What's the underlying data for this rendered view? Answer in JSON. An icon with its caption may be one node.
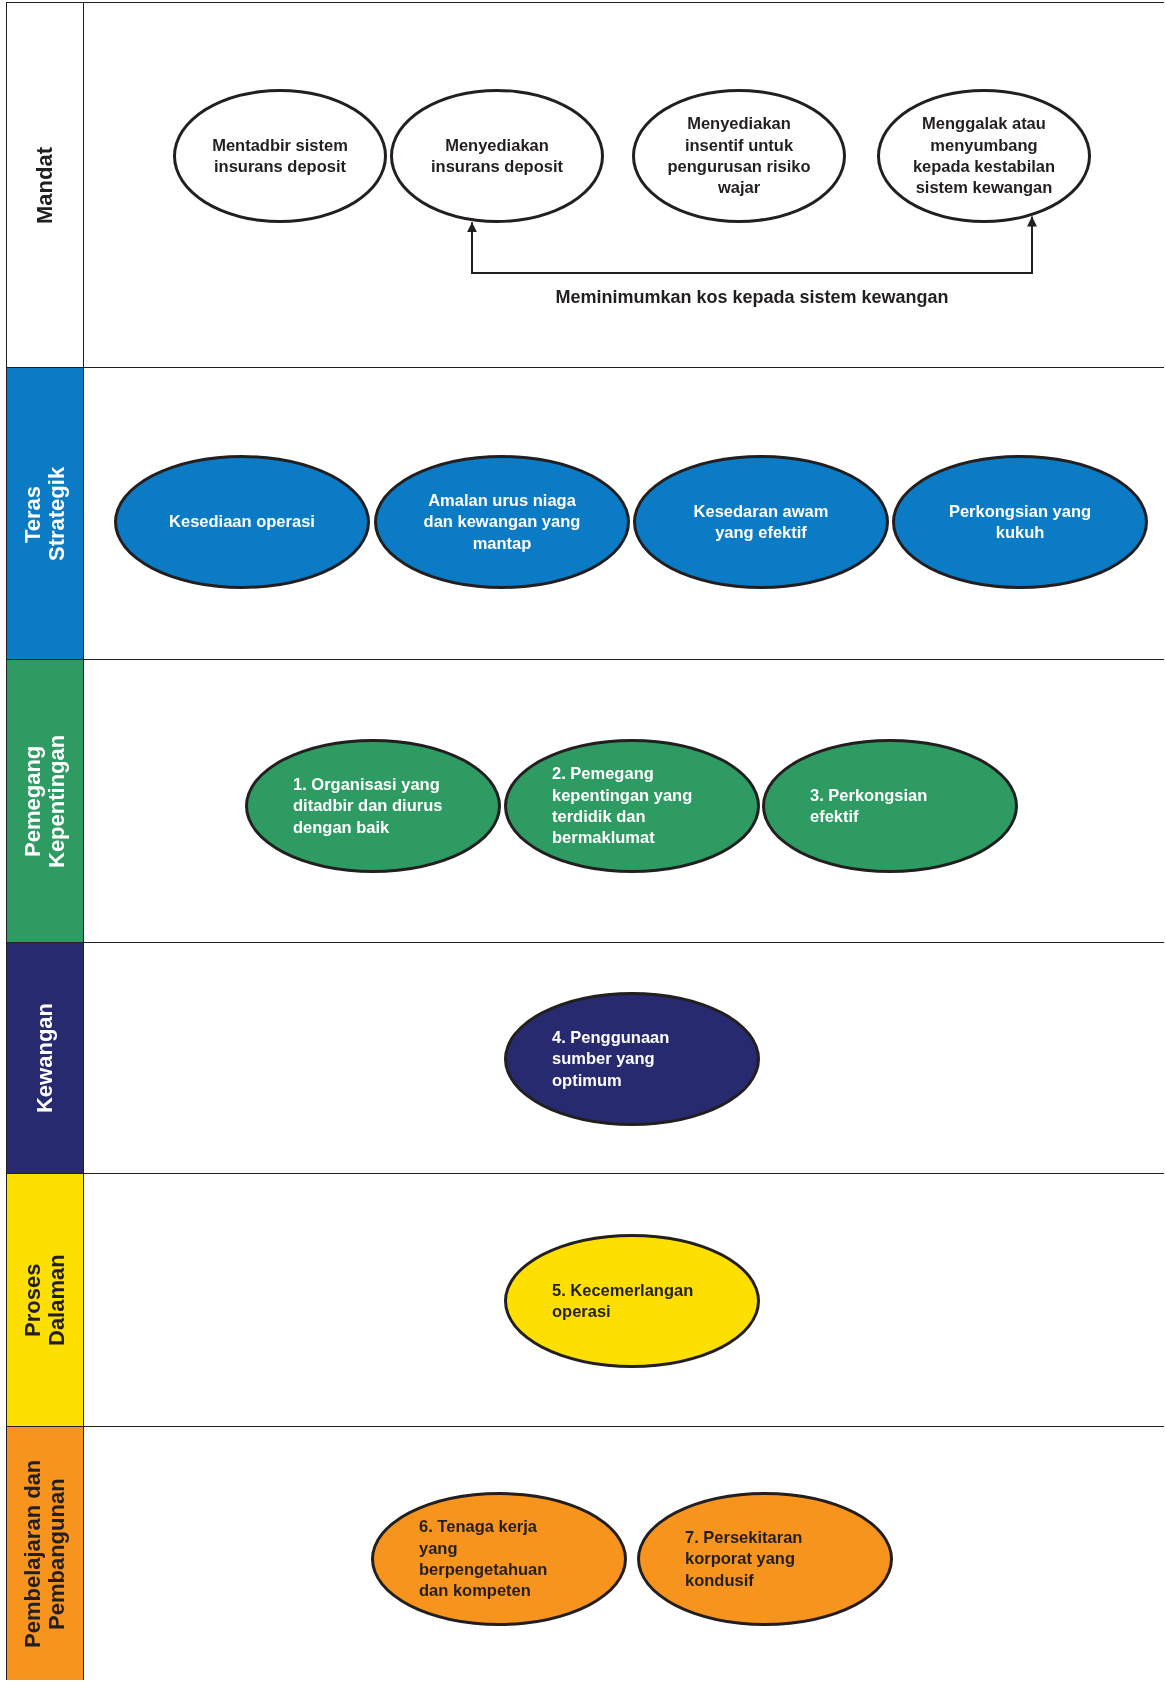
{
  "diagram": {
    "nodes": [
      {
        "text": [
          "Mandat"
        ]
      },
      {
        "text": [
          "Mentadbir sistem insurans deposit"
        ],
        "in": 0
      },
      {
        "text": [
          "Menyediakan insurans deposit"
        ],
        "in": 0
      },
      {
        "text": [
          "Menyediakan insentif untuk pengurusan risiko wajar"
        ],
        "in": 0
      },
      {
        "text": [
          "Menggalak atau menyumbang kepada kestabilan sistem kewangan"
        ],
        "in": 0
      },
      {
        "text": [
          "Teras Strategik"
        ]
      },
      {
        "text": [
          "Kesediaan operasi"
        ],
        "in": 5
      },
      {
        "text": [
          "Amalan urus niaga dan kewangan yang mantap"
        ],
        "in": 5
      },
      {
        "text": [
          "Kesedaran awam yang efektif"
        ],
        "in": 5
      },
      {
        "text": [
          "Perkongsian yang kukuh"
        ],
        "in": 5
      },
      {
        "text": [
          "Pemegang Kepentingan"
        ]
      },
      {
        "text": [
          "1. Organisasi yang ditadbir dan diurus dengan baik"
        ],
        "in": 10
      },
      {
        "text": [
          "2. Pemegang kepentingan yang terdidik dan bermaklumat"
        ],
        "in": 10
      },
      {
        "text": [
          "3. Perkongsian efektif"
        ],
        "in": 10
      },
      {
        "text": [
          "Kewangan"
        ]
      },
      {
        "text": [
          "4. Penggunaan sumber yang optimum"
        ],
        "in": 14
      },
      {
        "text": [
          "Proses Dalaman"
        ]
      },
      {
        "text": [
          "5. Kecemerlangan operasi"
        ],
        "in": 16
      },
      {
        "text": [
          "Pembelajaran dan Pembangunan"
        ]
      },
      {
        "text": [
          "6. Tenaga kerja yang berpengetahuan dan kompeten"
        ],
        "in": 18
      },
      {
        "text": [
          "7. Persekitaran korporat yang kondusif"
        ],
        "in": 18
      }
    ],
    "edges": [
      {
        "from": 2,
        "to": 4,
        "arrow": "both",
        "label": "Meminimumkan kos kepada sistem kewangan"
      }
    ]
  }
}
